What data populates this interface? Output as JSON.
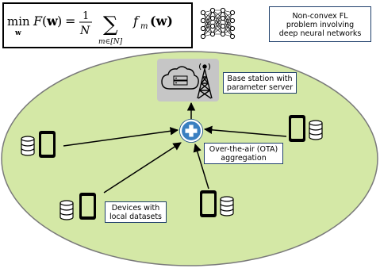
{
  "formula": {
    "min": "min",
    "min_sub": "w",
    "F": "F",
    "w": "w",
    "eq": "=",
    "frac_num": "1",
    "frac_den": "N",
    "sum": "∑",
    "sum_sub": "m∈[N]",
    "f": "f",
    "f_sub": "m",
    "arg": "(w)",
    "lparen": "(",
    "rparen": ")"
  },
  "nonconvex_box": {
    "line1": "Non-convex FL",
    "line2": "problem involving",
    "line3": "deep neural networks"
  },
  "base_station_box": {
    "line1": "Base station with",
    "line2": "parameter server"
  },
  "ota_box": {
    "line1": "Over-the-air (OTA)",
    "line2": "aggregation"
  },
  "devices_box": {
    "line1": "Devices with",
    "line2": "local datasets"
  },
  "icons": {
    "neural_network": "neural-network-icon",
    "cloud_server": "cloud-server-icon",
    "tower": "antenna-tower-icon",
    "aggregator": "plus-aggregation-icon",
    "phone": "smartphone-icon",
    "database": "database-icon"
  },
  "colors": {
    "cell": "#d4e8a6",
    "cell_border": "#7a7a7a",
    "box_border": "#1f3f6b",
    "aggregator": "#3a7fc1",
    "arrow": "#000000"
  }
}
